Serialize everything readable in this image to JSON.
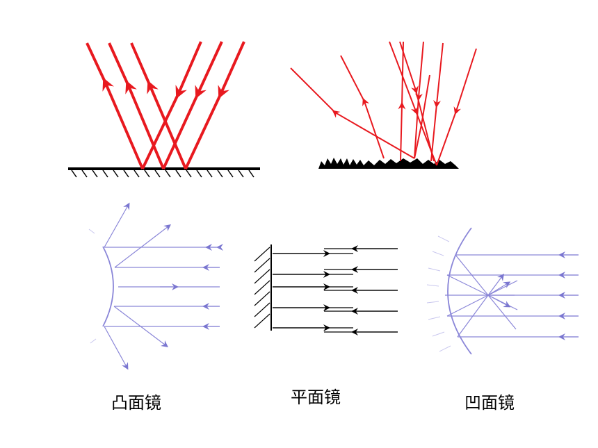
{
  "captions": {
    "convex": "凸面镜",
    "plane": "平面镜",
    "concave": "凹面镜"
  },
  "colors": {
    "reflection_rays": "#e8191f",
    "curved_mirror_rays": "#8a86d8",
    "plane_mirror_rays": "#000000",
    "surface": "#000000"
  }
}
